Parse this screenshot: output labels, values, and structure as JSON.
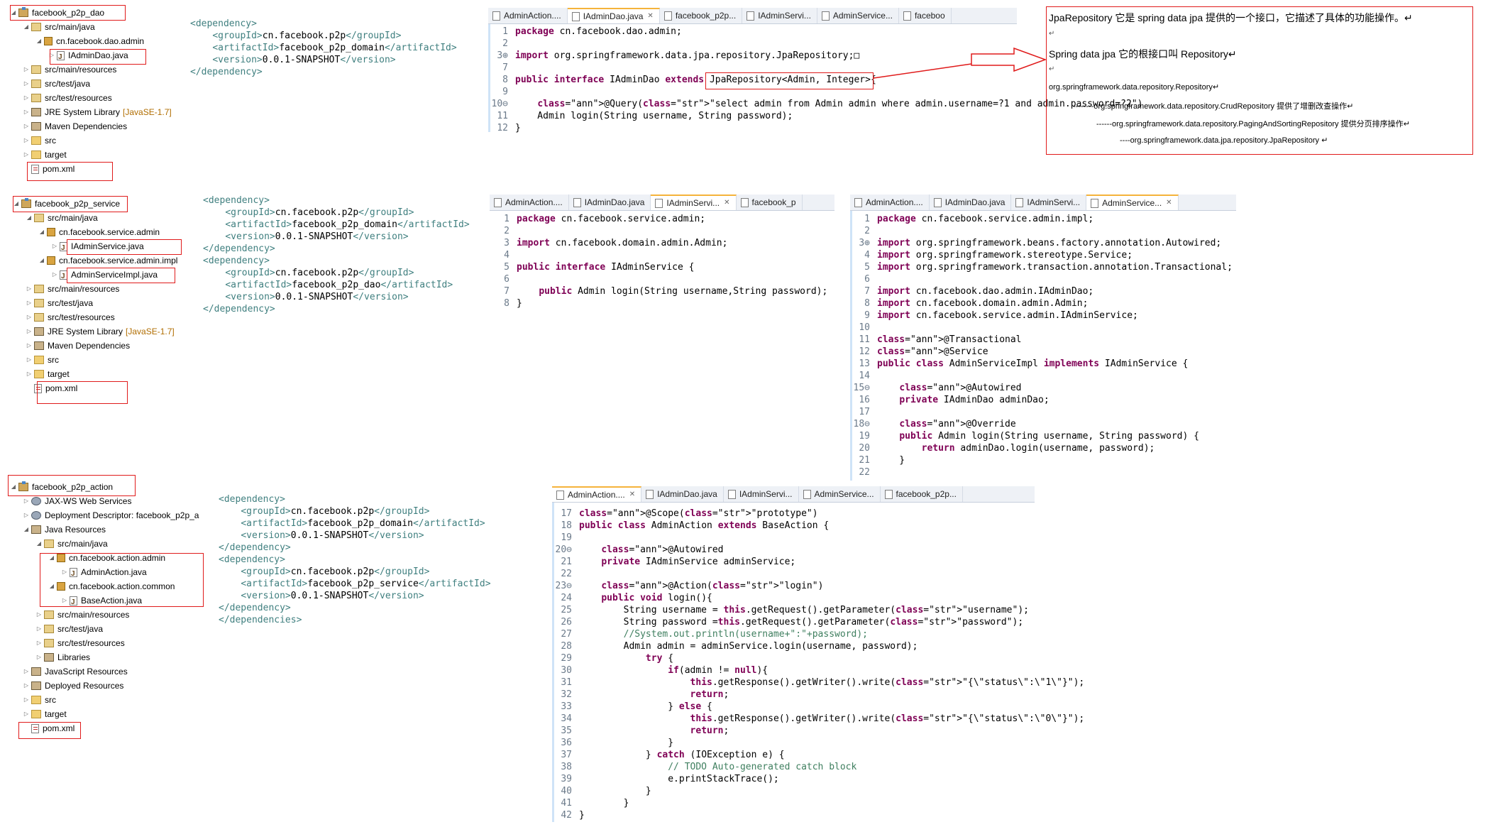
{
  "dao_tree": {
    "items": [
      {
        "label": "facebook_p2p_dao",
        "level": 0,
        "tw": "◢",
        "icon": "proj"
      },
      {
        "label": "src/main/java",
        "level": 1,
        "tw": "◢",
        "icon": "src"
      },
      {
        "label": "cn.facebook.dao.admin",
        "level": 2,
        "tw": "◢",
        "icon": "pkg"
      },
      {
        "label": "IAdminDao.java",
        "level": 3,
        "tw": "▷",
        "icon": "java"
      },
      {
        "label": "src/main/resources",
        "level": 1,
        "tw": "▷",
        "icon": "src"
      },
      {
        "label": "src/test/java",
        "level": 1,
        "tw": "▷",
        "icon": "src"
      },
      {
        "label": "src/test/resources",
        "level": 1,
        "tw": "▷",
        "icon": "src"
      },
      {
        "label": "JRE System Library",
        "suffix": "[JavaSE-1.7]",
        "level": 1,
        "tw": "▷",
        "icon": "lib"
      },
      {
        "label": "Maven Dependencies",
        "level": 1,
        "tw": "▷",
        "icon": "lib"
      },
      {
        "label": "src",
        "level": 1,
        "tw": "▷",
        "icon": "folder"
      },
      {
        "label": "target",
        "level": 1,
        "tw": "▷",
        "icon": "folder"
      },
      {
        "label": "pom.xml",
        "level": 1,
        "tw": "",
        "icon": "xml"
      }
    ]
  },
  "service_tree": {
    "items": [
      {
        "label": "facebook_p2p_service",
        "level": 0,
        "tw": "◢",
        "icon": "proj"
      },
      {
        "label": "src/main/java",
        "level": 1,
        "tw": "◢",
        "icon": "src"
      },
      {
        "label": "cn.facebook.service.admin",
        "level": 2,
        "tw": "◢",
        "icon": "pkg"
      },
      {
        "label": "IAdminService.java",
        "level": 3,
        "tw": "▷",
        "icon": "java"
      },
      {
        "label": "cn.facebook.service.admin.impl",
        "level": 2,
        "tw": "◢",
        "icon": "pkg"
      },
      {
        "label": "AdminServiceImpl.java",
        "level": 3,
        "tw": "▷",
        "icon": "java"
      },
      {
        "label": "src/main/resources",
        "level": 1,
        "tw": "▷",
        "icon": "src"
      },
      {
        "label": "src/test/java",
        "level": 1,
        "tw": "▷",
        "icon": "src"
      },
      {
        "label": "src/test/resources",
        "level": 1,
        "tw": "▷",
        "icon": "src"
      },
      {
        "label": "JRE System Library",
        "suffix": "[JavaSE-1.7]",
        "level": 1,
        "tw": "▷",
        "icon": "lib"
      },
      {
        "label": "Maven Dependencies",
        "level": 1,
        "tw": "▷",
        "icon": "lib"
      },
      {
        "label": "src",
        "level": 1,
        "tw": "▷",
        "icon": "folder"
      },
      {
        "label": "target",
        "level": 1,
        "tw": "▷",
        "icon": "folder"
      },
      {
        "label": "pom.xml",
        "level": 1,
        "tw": "",
        "icon": "xml"
      }
    ]
  },
  "action_tree": {
    "items": [
      {
        "label": "facebook_p2p_action",
        "level": 0,
        "tw": "◢",
        "icon": "proj"
      },
      {
        "label": "JAX-WS Web Services",
        "level": 1,
        "tw": "▷",
        "icon": "gear"
      },
      {
        "label": "Deployment Descriptor: facebook_p2p_a",
        "level": 1,
        "tw": "▷",
        "icon": "gear"
      },
      {
        "label": "Java Resources",
        "level": 1,
        "tw": "◢",
        "icon": "lib"
      },
      {
        "label": "src/main/java",
        "level": 2,
        "tw": "◢",
        "icon": "src"
      },
      {
        "label": "cn.facebook.action.admin",
        "level": 3,
        "tw": "◢",
        "icon": "pkg"
      },
      {
        "label": "AdminAction.java",
        "level": 4,
        "tw": "▷",
        "icon": "java"
      },
      {
        "label": "cn.facebook.action.common",
        "level": 3,
        "tw": "◢",
        "icon": "pkg"
      },
      {
        "label": "BaseAction.java",
        "level": 4,
        "tw": "▷",
        "icon": "java"
      },
      {
        "label": "src/main/resources",
        "level": 2,
        "tw": "▷",
        "icon": "src"
      },
      {
        "label": "src/test/java",
        "level": 2,
        "tw": "▷",
        "icon": "src"
      },
      {
        "label": "src/test/resources",
        "level": 2,
        "tw": "▷",
        "icon": "src"
      },
      {
        "label": "Libraries",
        "level": 2,
        "tw": "▷",
        "icon": "lib"
      },
      {
        "label": "JavaScript Resources",
        "level": 1,
        "tw": "▷",
        "icon": "lib"
      },
      {
        "label": "Deployed Resources",
        "level": 1,
        "tw": "▷",
        "icon": "lib"
      },
      {
        "label": "src",
        "level": 1,
        "tw": "▷",
        "icon": "folder"
      },
      {
        "label": "target",
        "level": 1,
        "tw": "▷",
        "icon": "folder"
      },
      {
        "label": "pom.xml",
        "level": 1,
        "tw": "",
        "icon": "xml"
      }
    ]
  },
  "xml_dao": [
    "<dependency>",
    "    <groupId>cn.facebook.p2p</groupId>",
    "    <artifactId>facebook_p2p_domain</artifactId>",
    "    <version>0.0.1-SNAPSHOT</version>",
    "</dependency>"
  ],
  "xml_service": [
    "<dependency>",
    "    <groupId>cn.facebook.p2p</groupId>",
    "    <artifactId>facebook_p2p_domain</artifactId>",
    "    <version>0.0.1-SNAPSHOT</version>",
    "</dependency>",
    "<dependency>",
    "    <groupId>cn.facebook.p2p</groupId>",
    "    <artifactId>facebook_p2p_dao</artifactId>",
    "    <version>0.0.1-SNAPSHOT</version>",
    "</dependency>"
  ],
  "xml_action": [
    "<dependency>",
    "    <groupId>cn.facebook.p2p</groupId>",
    "    <artifactId>facebook_p2p_domain</artifactId>",
    "    <version>0.0.1-SNAPSHOT</version>",
    "</dependency>",
    "<dependency>",
    "    <groupId>cn.facebook.p2p</groupId>",
    "    <artifactId>facebook_p2p_service</artifactId>",
    "    <version>0.0.1-SNAPSHOT</version>",
    "</dependency>",
    "</dependencies>"
  ],
  "dao_editor": {
    "tabs": [
      "AdminAction....",
      "IAdminDao.java",
      "facebook_p2p...",
      "IAdminServi...",
      "AdminService...",
      "faceboo"
    ],
    "active": 1,
    "lines": [
      {
        "n": "1",
        "t": "package cn.facebook.dao.admin;"
      },
      {
        "n": "2",
        "t": ""
      },
      {
        "n": "3⊕",
        "t": "import org.springframework.data.jpa.repository.JpaRepository;□"
      },
      {
        "n": "7",
        "t": ""
      },
      {
        "n": "8",
        "t": "public interface IAdminDao extends JpaRepository<Admin, Integer>{"
      },
      {
        "n": "9",
        "t": ""
      },
      {
        "n": "10⊖",
        "t": "    @Query(\"select admin from Admin admin where admin.username=?1 and admin.password=?2\")"
      },
      {
        "n": "11",
        "t": "    Admin login(String username, String password);"
      },
      {
        "n": "12",
        "t": "}"
      }
    ]
  },
  "iservice_editor": {
    "tabs": [
      "AdminAction....",
      "IAdminDao.java",
      "IAdminServi...",
      "facebook_p"
    ],
    "active": 2,
    "lines": [
      {
        "n": "1",
        "t": "package cn.facebook.service.admin;"
      },
      {
        "n": "2",
        "t": ""
      },
      {
        "n": "3",
        "t": "import cn.facebook.domain.admin.Admin;"
      },
      {
        "n": "4",
        "t": ""
      },
      {
        "n": "5",
        "t": "public interface IAdminService {"
      },
      {
        "n": "6",
        "t": ""
      },
      {
        "n": "7",
        "t": "    public Admin login(String username,String password);"
      },
      {
        "n": "8",
        "t": "}"
      }
    ]
  },
  "serviceimpl_editor": {
    "tabs": [
      "AdminAction....",
      "IAdminDao.java",
      "IAdminServi...",
      "AdminService..."
    ],
    "active": 3,
    "lines": [
      {
        "n": "1",
        "t": "package cn.facebook.service.admin.impl;"
      },
      {
        "n": "2",
        "t": ""
      },
      {
        "n": "3⊕",
        "t": "import org.springframework.beans.factory.annotation.Autowired;"
      },
      {
        "n": "4",
        "t": "import org.springframework.stereotype.Service;"
      },
      {
        "n": "5",
        "t": "import org.springframework.transaction.annotation.Transactional;"
      },
      {
        "n": "6",
        "t": ""
      },
      {
        "n": "7",
        "t": "import cn.facebook.dao.admin.IAdminDao;"
      },
      {
        "n": "8",
        "t": "import cn.facebook.domain.admin.Admin;"
      },
      {
        "n": "9",
        "t": "import cn.facebook.service.admin.IAdminService;"
      },
      {
        "n": "10",
        "t": ""
      },
      {
        "n": "11",
        "t": "@Transactional"
      },
      {
        "n": "12",
        "t": "@Service"
      },
      {
        "n": "13",
        "t": "public class AdminServiceImpl implements IAdminService {"
      },
      {
        "n": "14",
        "t": ""
      },
      {
        "n": "15⊖",
        "t": "    @Autowired"
      },
      {
        "n": "16",
        "t": "    private IAdminDao adminDao;"
      },
      {
        "n": "17",
        "t": ""
      },
      {
        "n": "18⊖",
        "t": "    @Override"
      },
      {
        "n": "19",
        "t": "    public Admin login(String username, String password) {"
      },
      {
        "n": "20",
        "t": "        return adminDao.login(username, password);"
      },
      {
        "n": "21",
        "t": "    }"
      },
      {
        "n": "22",
        "t": ""
      }
    ]
  },
  "action_editor": {
    "tabs": [
      "AdminAction....",
      "IAdminDao.java",
      "IAdminServi...",
      "AdminService...",
      "facebook_p2p..."
    ],
    "active": 0,
    "lines": [
      {
        "n": "17",
        "t": "@Scope(\"prototype\")"
      },
      {
        "n": "18",
        "t": "public class AdminAction extends BaseAction {"
      },
      {
        "n": "19",
        "t": ""
      },
      {
        "n": "20⊖",
        "t": "    @Autowired"
      },
      {
        "n": "21",
        "t": "    private IAdminService adminService;"
      },
      {
        "n": "22",
        "t": ""
      },
      {
        "n": "23⊖",
        "t": "    @Action(\"login\")"
      },
      {
        "n": "24",
        "t": "    public void login(){"
      },
      {
        "n": "25",
        "t": "        String username = this.getRequest().getParameter(\"username\");"
      },
      {
        "n": "26",
        "t": "        String password =this.getRequest().getParameter(\"password\");"
      },
      {
        "n": "27",
        "t": "        //System.out.println(username+\":\"+password);"
      },
      {
        "n": "28",
        "t": "        Admin admin = adminService.login(username, password);"
      },
      {
        "n": "29",
        "t": "            try {"
      },
      {
        "n": "30",
        "t": "                if(admin != null){"
      },
      {
        "n": "31",
        "t": "                    this.getResponse().getWriter().write(\"{\\\"status\\\":\\\"1\\\"}\");"
      },
      {
        "n": "32",
        "t": "                    return;"
      },
      {
        "n": "33",
        "t": "                } else {"
      },
      {
        "n": "34",
        "t": "                    this.getResponse().getWriter().write(\"{\\\"status\\\":\\\"0\\\"}\");"
      },
      {
        "n": "35",
        "t": "                    return;"
      },
      {
        "n": "36",
        "t": "                }"
      },
      {
        "n": "37",
        "t": "            } catch (IOException e) {"
      },
      {
        "n": "38",
        "t": "                // TODO Auto-generated catch block"
      },
      {
        "n": "39",
        "t": "                e.printStackTrace();"
      },
      {
        "n": "40",
        "t": "            }"
      },
      {
        "n": "41",
        "t": "        }"
      },
      {
        "n": "42",
        "t": "}"
      }
    ]
  },
  "annotation_note": {
    "line1": "JpaRepository 它是 spring data jpa 提供的一个接口，它描述了具体的功能操作。↵",
    "line2": "↵",
    "line3": "Spring data jpa 它的根接口叫  Repository↵",
    "line4": "↵",
    "line5": "org.springframework.data.repository.Repository↵",
    "line6": "--------org.springframework.data.repository.CrudRepository 提供了增删改查操作↵",
    "line7": "------org.springframework.data.repository.PagingAndSortingRepository 提供分页排序操作↵",
    "line8": "----org.springframework.data.jpa.repository.JpaRepository ↵"
  }
}
